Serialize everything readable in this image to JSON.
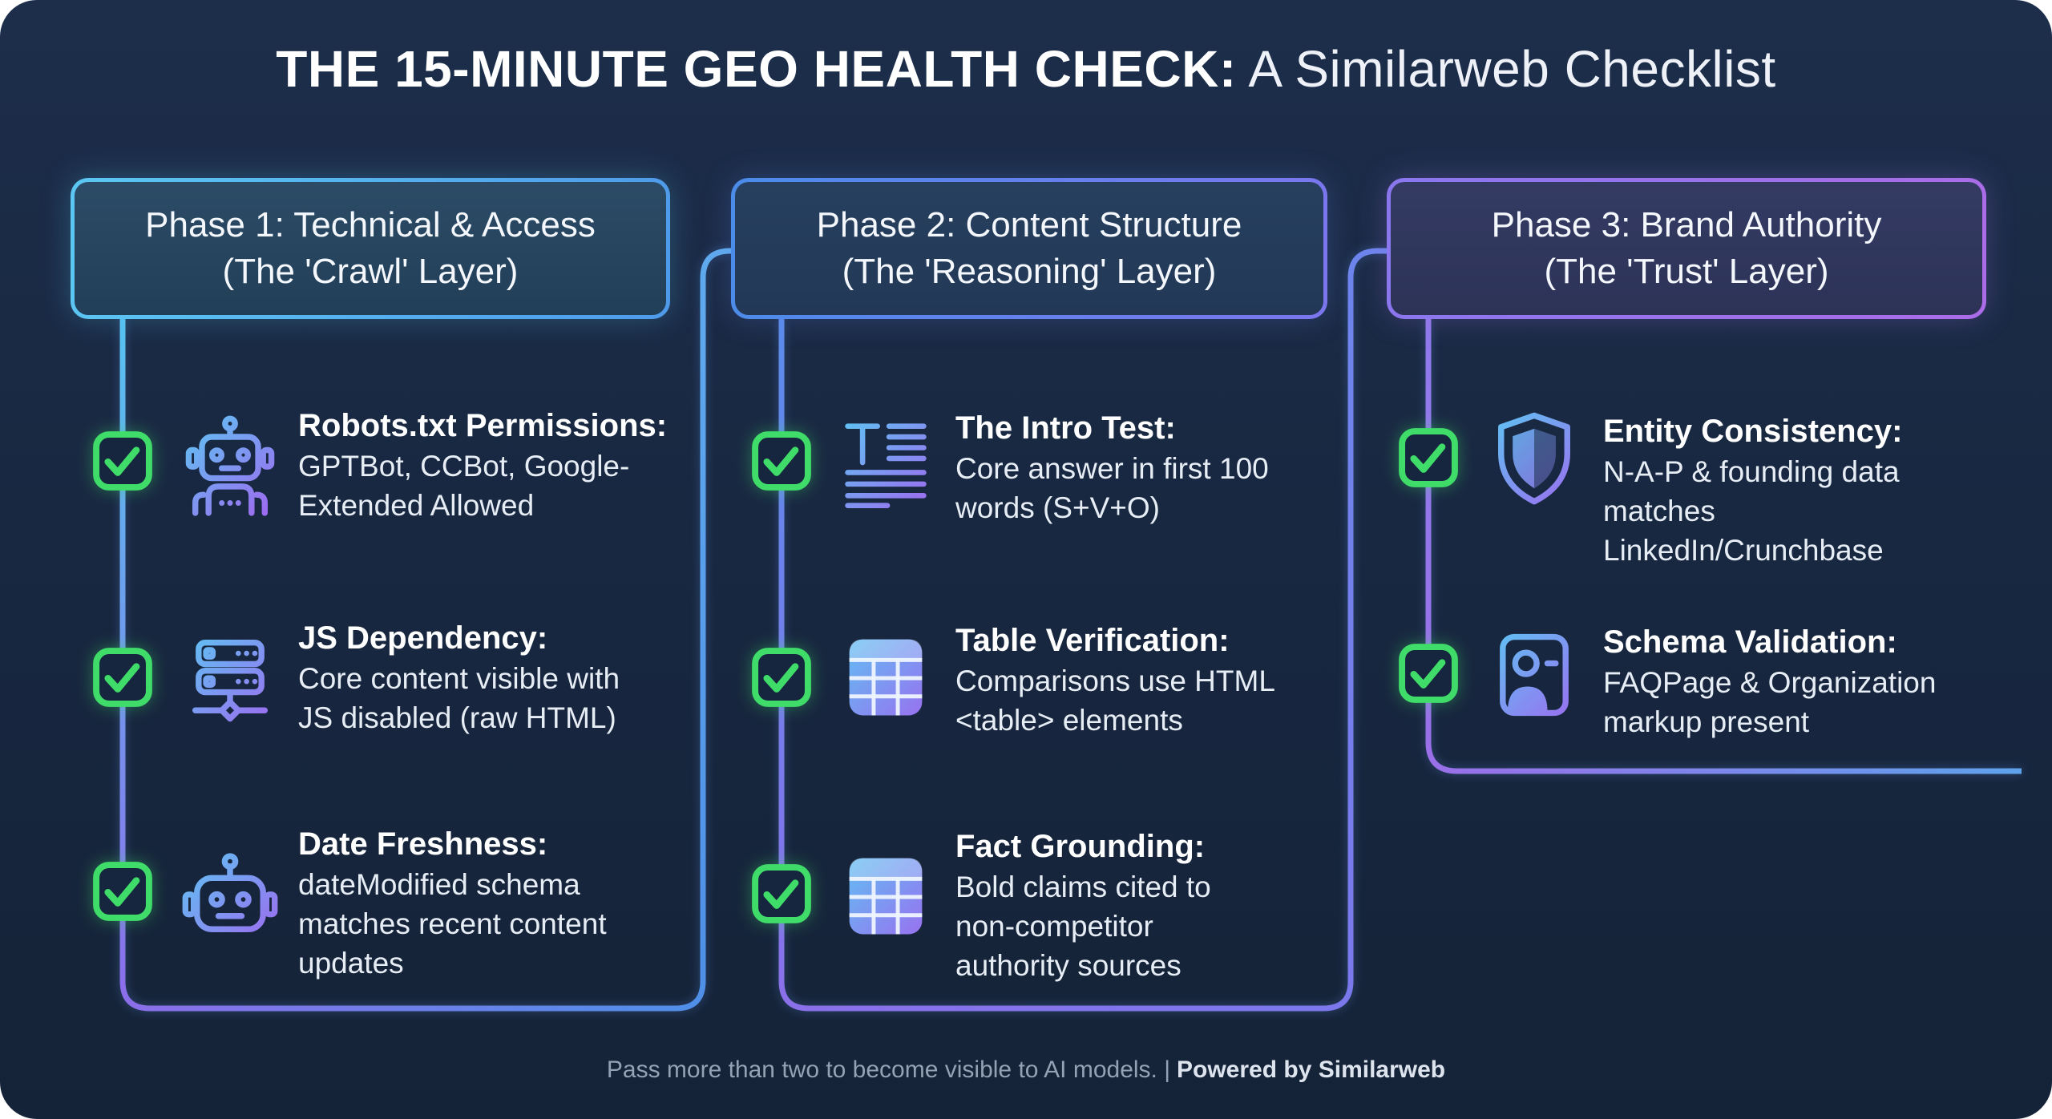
{
  "title": {
    "bold": "THE 15-MINUTE GEO HEALTH CHECK:",
    "regular": " A Similarweb Checklist"
  },
  "phases": [
    {
      "header": "Phase 1: Technical & Access\n(The 'Crawl' Layer)",
      "items": [
        {
          "icon": "robot-icon",
          "checked": true,
          "title": "Robots.txt Permissions:",
          "desc": "GPTBot, CCBot, Google-\nExtended Allowed"
        },
        {
          "icon": "server-stack-icon",
          "checked": true,
          "title": "JS Dependency:",
          "desc": "Core content visible with\nJS disabled (raw HTML)"
        },
        {
          "icon": "robot-head-icon",
          "checked": true,
          "title": "Date Freshness:",
          "desc": "dateModified schema\nmatches recent content\nupdates"
        }
      ]
    },
    {
      "header": "Phase 2: Content Structure\n(The 'Reasoning' Layer)",
      "items": [
        {
          "icon": "intro-text-icon",
          "checked": true,
          "title": "The Intro Test:",
          "desc": "Core answer in first 100\nwords (S+V+O)"
        },
        {
          "icon": "table-icon",
          "checked": true,
          "title": "Table Verification:",
          "desc": "Comparisons use HTML\n<table> elements"
        },
        {
          "icon": "table-icon",
          "checked": true,
          "title": "Fact Grounding:",
          "desc": "Bold claims cited to\nnon-competitor\nauthority sources"
        }
      ]
    },
    {
      "header": "Phase 3: Brand Authority\n(The 'Trust' Layer)",
      "items": [
        {
          "icon": "shield-icon",
          "checked": true,
          "title": "Entity Consistency:",
          "desc": "N-A-P & founding data\nmatches\nLinkedIn/Crunchbase"
        },
        {
          "icon": "id-card-icon",
          "checked": true,
          "title": "Schema Validation:",
          "desc": "FAQPage & Organization\nmarkup present"
        }
      ]
    }
  ],
  "footer": {
    "text": "Pass more than two to become visible to AI models. |",
    "bold": "Powered by Similarweb"
  },
  "colors": {
    "background": "#182841",
    "check_green": "#40dc69",
    "phase1_border": "#5cc7f2",
    "phase2_border": "#4b8ce9",
    "phase3_border": "#ab6ce7",
    "icon_gradient_start": "#5ec4f2",
    "icon_gradient_end": "#9c6cf0"
  }
}
